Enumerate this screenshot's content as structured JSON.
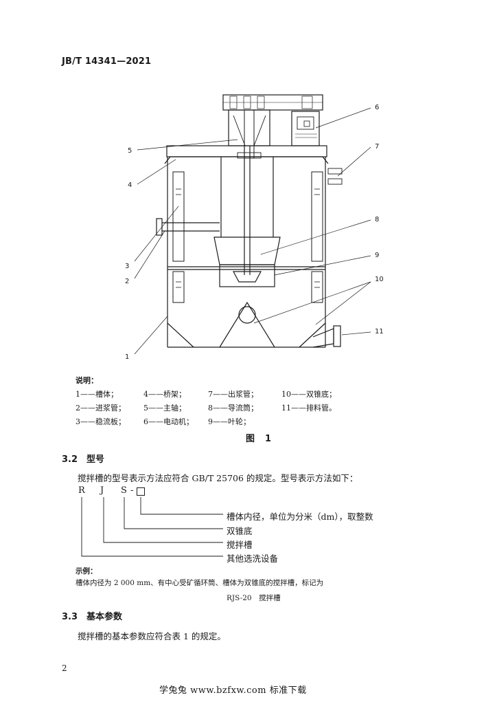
{
  "header": {
    "doc_number": "JB/T 14341—2021"
  },
  "figure": {
    "callouts": [
      "1",
      "2",
      "3",
      "4",
      "5",
      "6",
      "7",
      "8",
      "9",
      "10",
      "11"
    ],
    "legend_title": "说明：",
    "legend": [
      "1——槽体；",
      "4——桥架；",
      "7——出浆管；",
      "10——双锥底；",
      "2——进浆管；",
      "5——主轴；",
      "8——导流筒；",
      "11——排料管。",
      "3——稳流板；",
      "6——电动机；",
      "9——叶轮；"
    ],
    "caption": "图　1"
  },
  "section_3_2": {
    "heading": "3.2　型号",
    "intro": "搅拌槽的型号表示方法应符合 GB/T 25706 的规定。型号表示方法如下：",
    "code_letters": [
      "R",
      "J",
      "S",
      "-"
    ],
    "code_descriptions": [
      "槽体内径，单位为分米（dm），取整数",
      "双锥底",
      "搅拌槽",
      "其他选洗设备"
    ],
    "example_label": "示例：",
    "example_text": "槽体内径为 2 000 mm、有中心受矿循环筒、槽体为双锥底的搅拌槽，标记为",
    "example_mark": "RJS-20　搅拌槽"
  },
  "section_3_3": {
    "heading": "3.3　基本参数",
    "text": "搅拌槽的基本参数应符合表 1 的规定。"
  },
  "page_number": "2",
  "footer": "学兔兔 www.bzfxw.com 标准下载"
}
